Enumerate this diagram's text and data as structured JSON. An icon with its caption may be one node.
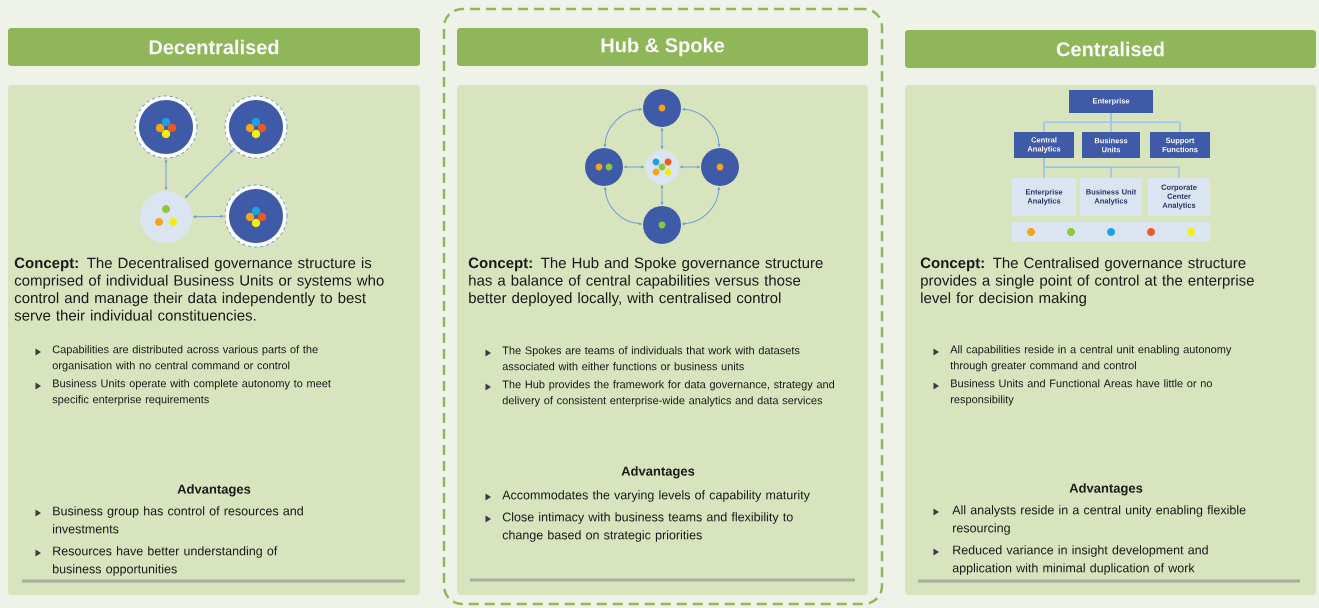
{
  "diagram": {
    "nodes": [
      {
        "text": [
          "Decentralised"
        ]
      },
      {
        "text": [
          "**Concept:** The Decentralised governance structure is comprised of individual Business Units or systems who control and manage their data independently to best serve their individual constituencies.",
          "Capabilities are distributed across various parts of the organisation with no central command or control",
          "Business Units operate with complete autonomy to meet specific enterprise requirements",
          "Advantages",
          "Business group has control of resources and investments",
          "Resources have better understanding of business opportunities"
        ]
      },
      {
        "text": [],
        "shape": "circle",
        "in": 1
      },
      {
        "text": [],
        "shape": "circle",
        "in": 1
      },
      {
        "text": [],
        "shape": "circle",
        "in": 1
      },
      {
        "text": [],
        "shape": "circle",
        "in": 1
      },
      {
        "text": [],
        "shape": "box"
      },
      {
        "text": [
          "Hub & Spoke"
        ],
        "in": 6
      },
      {
        "text": [
          "**Concept:** The Hub and Spoke governance structure has a balance of central capabilities versus those better deployed locally, with centralised control",
          "The Spokes are teams of individuals that work with datasets associated with either functions or business units",
          "The Hub provides the framework for data governance, strategy and delivery of consistent enterprise-wide analytics and data services",
          "Advantages",
          "Accommodates the varying levels of capability maturity",
          "Close intimacy with business teams and flexibility to change based on strategic priorities"
        ],
        "in": 6
      },
      {
        "text": [],
        "shape": "circle",
        "in": 8
      },
      {
        "text": [],
        "shape": "circle",
        "in": 8
      },
      {
        "text": [],
        "shape": "circle",
        "in": 8
      },
      {
        "text": [],
        "shape": "circle",
        "in": 8
      },
      {
        "text": [],
        "shape": "circle",
        "in": 8
      },
      {
        "text": [
          "Centralised"
        ]
      },
      {
        "text": [
          "**Concept:** The Centralised governance structure provides a single point of control at the enterprise level for decision making",
          "All capabilities reside in a central unit enabling  autonomy through greater command and control",
          "Business Units and Functional Areas have little or no responsibility",
          "Advantages",
          "All analysts reside in a central unity enabling flexible resourcing",
          "Reduced variance in insight development and application with minimal duplication of work"
        ]
      },
      {
        "text": [
          "Enterprise"
        ],
        "in": 15
      },
      {
        "text": [
          "Central Analytics"
        ],
        "in": 15
      },
      {
        "text": [
          "Business Units"
        ],
        "in": 15
      },
      {
        "text": [
          "Support Functions"
        ],
        "in": 15
      },
      {
        "text": [
          "Enterprise Analytics"
        ],
        "in": 15
      },
      {
        "text": [
          "Business Unit Analytics"
        ],
        "in": 15
      },
      {
        "text": [
          "Corporate Center Analytics"
        ],
        "in": 15
      },
      {
        "text": [],
        "shape": "bar",
        "in": 15
      }
    ],
    "edges": [
      {
        "from": 2,
        "to": 4,
        "arrow": "both"
      },
      {
        "from": 3,
        "to": 4,
        "arrow": "both"
      },
      {
        "from": 4,
        "to": 5,
        "arrow": "both"
      },
      {
        "from": 11,
        "to": 9,
        "arrow": "both"
      },
      {
        "from": 11,
        "to": 10,
        "arrow": "both"
      },
      {
        "from": 11,
        "to": 12,
        "arrow": "both"
      },
      {
        "from": 11,
        "to": 13,
        "arrow": "both"
      },
      {
        "from": 9,
        "to": 12,
        "arrow": "both"
      },
      {
        "from": 12,
        "to": 13,
        "arrow": "both"
      },
      {
        "from": 13,
        "to": 10,
        "arrow": "both"
      },
      {
        "from": 10,
        "to": 9,
        "arrow": "both"
      },
      {
        "from": 16,
        "to": 17,
        "arrow": "none"
      },
      {
        "from": 16,
        "to": 18,
        "arrow": "none"
      },
      {
        "from": 16,
        "to": 19,
        "arrow": "none"
      },
      {
        "from": 17,
        "to": 20,
        "arrow": "none"
      },
      {
        "from": 17,
        "to": 21,
        "arrow": "none"
      },
      {
        "from": 17,
        "to": 22,
        "arrow": "none"
      }
    ]
  }
}
